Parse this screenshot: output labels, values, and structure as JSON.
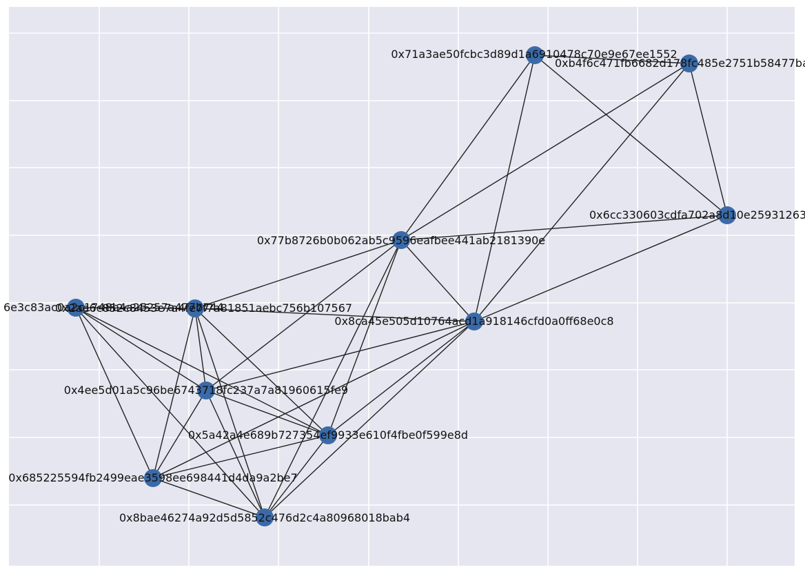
{
  "theme": {
    "plot_background": "#e5e6ef",
    "grid_color": "#ffffff",
    "node_color": "#3b6aa8",
    "edge_color": "#222222",
    "label_color": "#111111"
  },
  "graph": {
    "nodes": [
      {
        "id": "n1",
        "label": "0x71a3ae50fcbc3d89d1a6910478c70e9e67ee1552"
      },
      {
        "id": "n2",
        "label": "0xb4f6c471fb6682d178fc485e2751b58477ba"
      },
      {
        "id": "n3",
        "label": "0x6cc330603cdfa702a8d10e25931263"
      },
      {
        "id": "n4",
        "label": "0x77b8726b0b062ab5c9596eafbee441ab2181390e"
      },
      {
        "id": "n5",
        "label": "6e3c83ac0a2c1748b4a25257a477b744"
      },
      {
        "id": "n6",
        "label": "0x2ae6c852c8453e7a4fe7f7a81851aebc756b107567"
      },
      {
        "id": "n7",
        "label": "0x8ca45e505d10764acd1a918146cfd0a0ff68e0c8"
      },
      {
        "id": "n8",
        "label": "0x4ee5d01a5c96be6743718fc237a7a81960615fe9"
      },
      {
        "id": "n9",
        "label": "0x5a42a4e689b727354ef9933e610f4fbe0f599e8d"
      },
      {
        "id": "n10",
        "label": "0x685225594fb2499eae3598ee698441d4da9a2be7"
      },
      {
        "id": "n11",
        "label": "0x8bae46274a92d5d5852c476d2c4a80968018bab4"
      }
    ],
    "edges": [
      [
        "n1",
        "n2"
      ],
      [
        "n1",
        "n3"
      ],
      [
        "n1",
        "n4"
      ],
      [
        "n1",
        "n7"
      ],
      [
        "n2",
        "n3"
      ],
      [
        "n2",
        "n4"
      ],
      [
        "n2",
        "n7"
      ],
      [
        "n3",
        "n4"
      ],
      [
        "n3",
        "n7"
      ],
      [
        "n4",
        "n7"
      ],
      [
        "n4",
        "n6"
      ],
      [
        "n4",
        "n8"
      ],
      [
        "n4",
        "n9"
      ],
      [
        "n4",
        "n11"
      ],
      [
        "n5",
        "n6"
      ],
      [
        "n5",
        "n8"
      ],
      [
        "n5",
        "n9"
      ],
      [
        "n5",
        "n10"
      ],
      [
        "n5",
        "n11"
      ],
      [
        "n6",
        "n7"
      ],
      [
        "n6",
        "n8"
      ],
      [
        "n6",
        "n9"
      ],
      [
        "n6",
        "n10"
      ],
      [
        "n6",
        "n11"
      ],
      [
        "n7",
        "n8"
      ],
      [
        "n7",
        "n9"
      ],
      [
        "n7",
        "n10"
      ],
      [
        "n7",
        "n11"
      ],
      [
        "n8",
        "n9"
      ],
      [
        "n8",
        "n10"
      ],
      [
        "n8",
        "n11"
      ],
      [
        "n9",
        "n10"
      ],
      [
        "n9",
        "n11"
      ],
      [
        "n10",
        "n11"
      ]
    ]
  }
}
